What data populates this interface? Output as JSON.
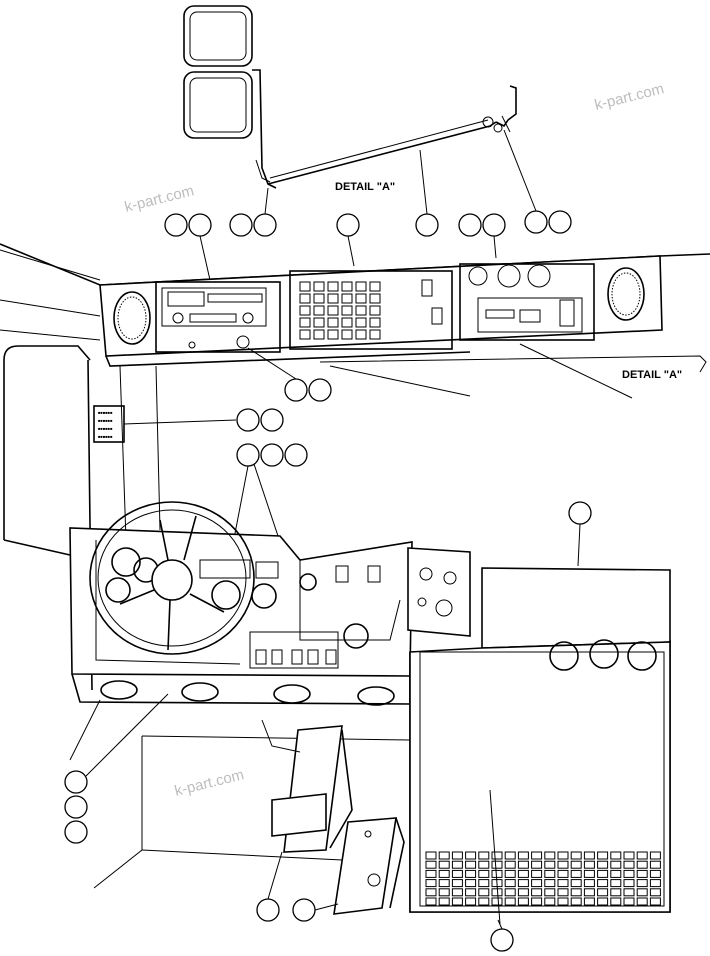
{
  "labels": {
    "detail_a_top": "DETAIL \"A\"",
    "detail_a_right": "DETAIL \"A\""
  },
  "watermark": "k-part.com",
  "colors": {
    "line": "#000000",
    "background": "#ffffff",
    "watermark": "#bdbdbd"
  }
}
